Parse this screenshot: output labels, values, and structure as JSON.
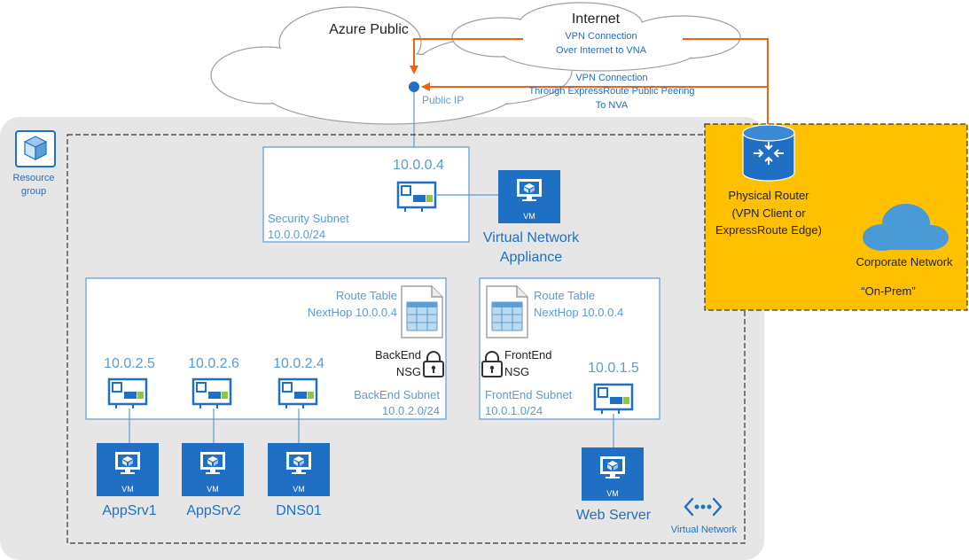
{
  "colors": {
    "azure_blue": "#1f7ad4",
    "ip_text": "#5b9bd5",
    "vpn_line": "#e8651a",
    "onprem_fill": "#ffc000",
    "resource_group_bg": "#e6e6e6"
  },
  "cloud_azure": {
    "label": "Azure Public"
  },
  "cloud_internet": {
    "label": "Internet",
    "vpn_label_line1": "VPN Connection",
    "vpn_label_line2": "Over Internet to VNA"
  },
  "expressroute_vpn": {
    "line1": "VPN Connection",
    "line2": "Through ExpressRoute Public Peering",
    "line3": "To NVA"
  },
  "public_ip": {
    "label": "Public IP"
  },
  "resource_group": {
    "line1": "Resource",
    "line2": "group",
    "icon": "cube-icon"
  },
  "security_subnet": {
    "ip": "10.0.0.4",
    "name": "Security Subnet",
    "cidr": "10.0.0.0/24"
  },
  "nva": {
    "vm_label": "VM",
    "name_line1": "Virtual Network",
    "name_line2": "Appliance"
  },
  "backend_subnet": {
    "route_table_label": "Route Table",
    "nexthop": "NextHop 10.0.0.4",
    "nsg_line1": "BackEnd",
    "nsg_line2": "NSG",
    "name": "BackEnd Subnet",
    "cidr": "10.0.2.0/24",
    "nics": [
      {
        "ip": "10.0.2.5",
        "vm": "AppSrv1",
        "vm_label": "VM"
      },
      {
        "ip": "10.0.2.6",
        "vm": "AppSrv2",
        "vm_label": "VM"
      },
      {
        "ip": "10.0.2.4",
        "vm": "DNS01",
        "vm_label": "VM"
      }
    ]
  },
  "frontend_subnet": {
    "route_table_label": "Route Table",
    "nexthop": "NextHop 10.0.0.4",
    "nsg_line1": "FrontEnd",
    "nsg_line2": "NSG",
    "name": "FrontEnd Subnet",
    "cidr": "10.0.1.0/24",
    "nic_ip": "10.0.1.5",
    "vm": "Web Server",
    "vm_label": "VM"
  },
  "virtual_network": {
    "label": "Virtual Network",
    "icon": "virtual-network-icon"
  },
  "on_prem": {
    "router_line1": "Physical Router",
    "router_line2": "(VPN Client or",
    "router_line3": "ExpressRoute Edge)",
    "corporate": "Corporate Network",
    "label": "“On-Prem”"
  }
}
